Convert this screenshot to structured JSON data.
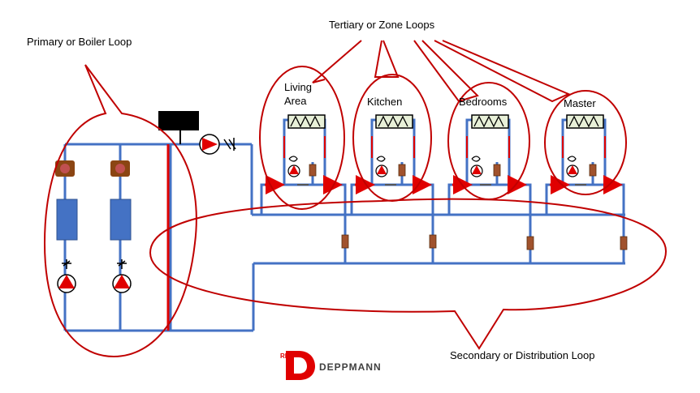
{
  "labels": {
    "primary": "Primary or Boiler Loop",
    "tertiary": "Tertiary or Zone Loops",
    "secondary": "Secondary or Distribution Loop",
    "zone_living_1": "Living",
    "zone_living_2": "Area",
    "zone_kitchen": "Kitchen",
    "zone_bedrooms": "Bedrooms",
    "zone_master": "Master"
  },
  "logo": {
    "mark": "RL",
    "name": "DEPPMANN"
  },
  "colors": {
    "pipe": "#4472c4",
    "callout": "#c00000",
    "boiler": "#4472c4",
    "pump": "#e00000",
    "expansion_tank": "#000000",
    "arrow": "#e00000"
  }
}
